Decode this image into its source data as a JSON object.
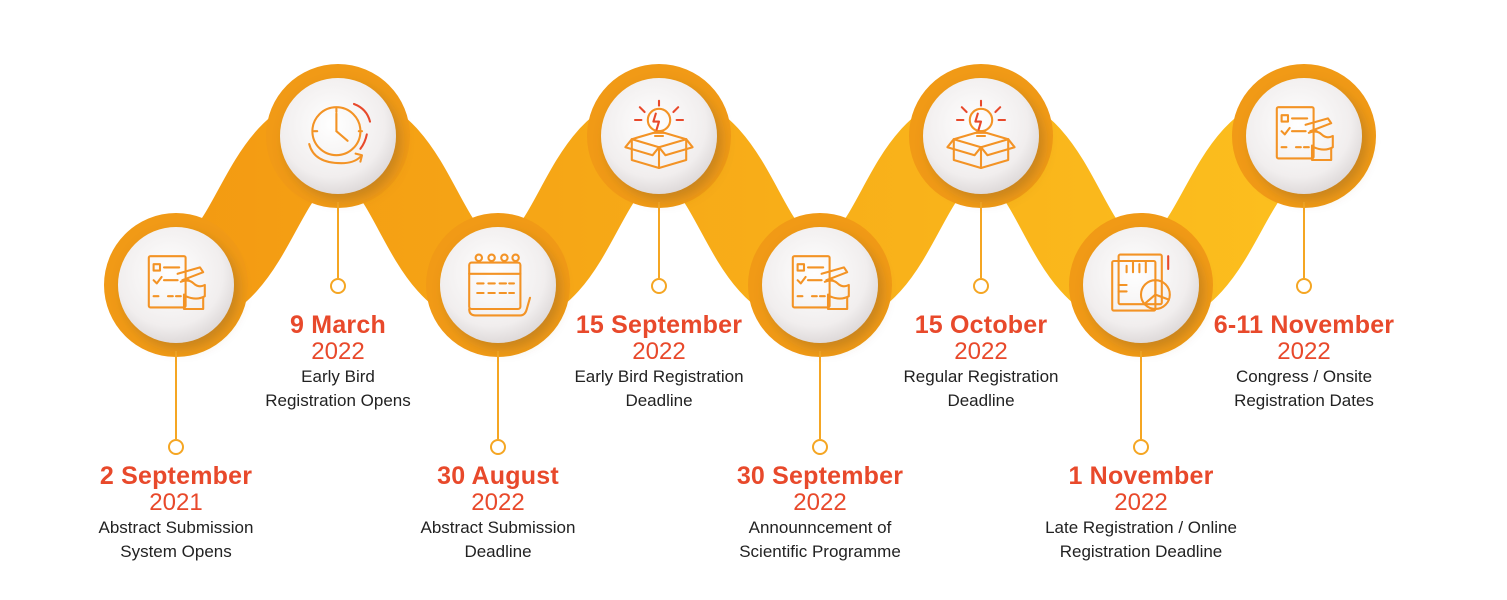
{
  "colors": {
    "band_start": "#f19a16",
    "band_end": "#fbb81a",
    "accent_red": "#e8492b",
    "icon_orange": "#f39325",
    "connector": "#f5a623",
    "text_dark": "#222222"
  },
  "milestones": [
    {
      "date": "2 September",
      "year": "2021",
      "desc": [
        "Abstract Submission",
        "System Opens"
      ],
      "icon": "checklist-hand-icon",
      "position": "bottom"
    },
    {
      "date": "9 March",
      "year": "2022",
      "desc": [
        "Early Bird",
        "Registration Opens"
      ],
      "icon": "clock-arrow-icon",
      "position": "top"
    },
    {
      "date": "30 August",
      "year": "2022",
      "desc": [
        "Abstract Submission",
        "Deadline"
      ],
      "icon": "calendar-icon",
      "position": "bottom"
    },
    {
      "date": "15 September",
      "year": "2022",
      "desc": [
        "Early Bird Registration",
        "Deadline"
      ],
      "icon": "lightbulb-box-icon",
      "position": "top"
    },
    {
      "date": "30 September",
      "year": "2022",
      "desc": [
        "Announncement of",
        "Scientific Programme"
      ],
      "icon": "checklist-hand-icon",
      "position": "bottom"
    },
    {
      "date": "15 October",
      "year": "2022",
      "desc": [
        "Regular Registration",
        "Deadline"
      ],
      "icon": "lightbulb-box-icon",
      "position": "top"
    },
    {
      "date": "1 November",
      "year": "2022",
      "desc": [
        "Late Registration / Online",
        "Registration  Deadline"
      ],
      "icon": "report-chart-icon",
      "position": "bottom"
    },
    {
      "date": "6-11 November",
      "year": "2022",
      "desc": [
        "Congress / Onsite",
        "Registration Dates"
      ],
      "icon": "checklist-hand-icon",
      "position": "top"
    }
  ]
}
